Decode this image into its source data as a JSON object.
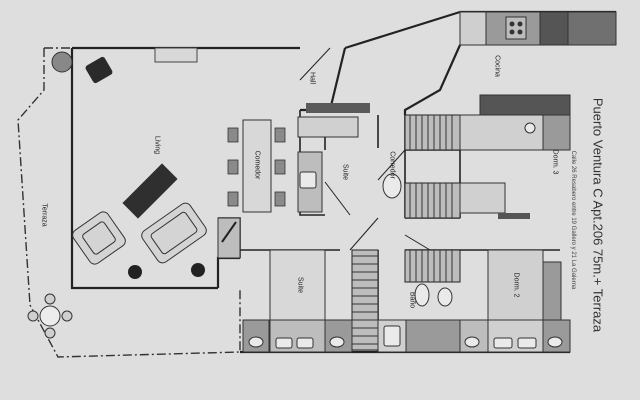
{
  "plan": {
    "title": "Puerto Ventura C Apt.206 75m.+ Terraza",
    "address": "Calle 26 Resabero entre 19 Gallero y 21 La Galerna",
    "rooms": {
      "hall": "Hall",
      "cocina": "Cocina",
      "living": "Living",
      "comedor": "Comedor",
      "suite_top": "Suite",
      "corredor": "Corredor",
      "dorm3": "Dorm. 3",
      "terraza": "Terraza",
      "suite_bottom": "Suite",
      "bano": "Baño",
      "dorm2": "Dorm. 2"
    }
  }
}
